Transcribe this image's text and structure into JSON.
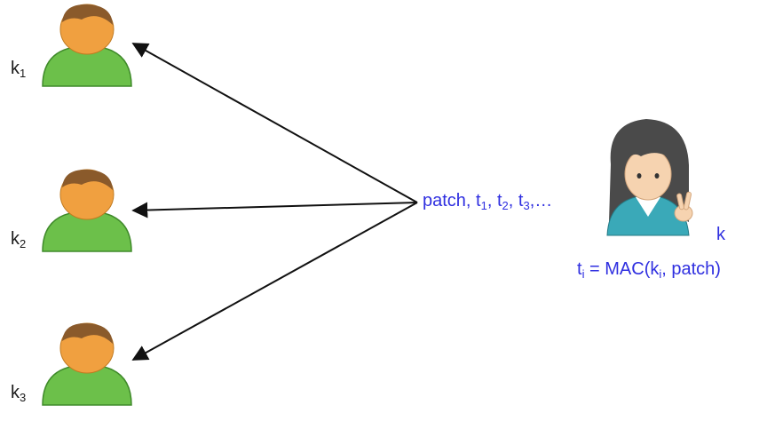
{
  "receivers": [
    {
      "key": "k",
      "sub": "1"
    },
    {
      "key": "k",
      "sub": "2"
    },
    {
      "key": "k",
      "sub": "3"
    }
  ],
  "message": {
    "word": "patch,",
    "t": "t",
    "sub1": "1",
    "sub2": "2",
    "sub3": "3",
    "sep": ",",
    "ellipsis": ",…"
  },
  "sender": {
    "key": "k"
  },
  "formula": {
    "lhs": "t",
    "lhs_sub": "i",
    "mid": " = MAC(k",
    "key_sub": "i",
    "tail": ", patch)"
  },
  "colors": {
    "text_blue": "#2f2fe0",
    "person_body": "#6cc04a",
    "person_head": "#f0a040",
    "person_hair": "#8a5a2b",
    "sender_shirt": "#3aa9b8",
    "sender_hair": "#4a4a4a",
    "arrow": "#111111"
  }
}
